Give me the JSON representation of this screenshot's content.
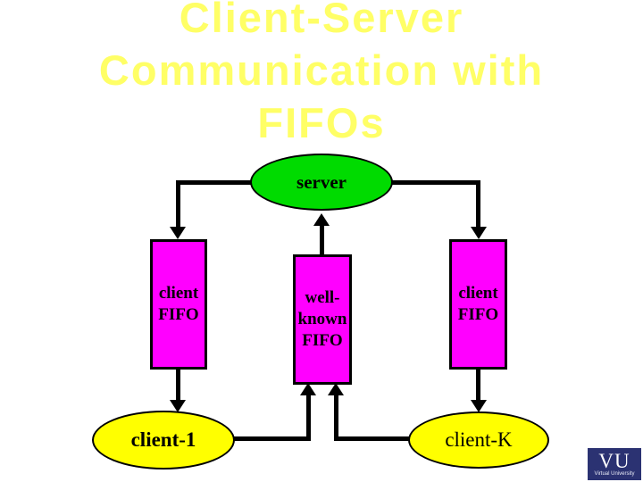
{
  "slide": {
    "title_lines": [
      "Client-Server",
      "Communication with",
      "FIFOs"
    ],
    "title_color": "#FFFF66"
  },
  "diagram": {
    "server": {
      "label": "server",
      "fill": "#00DB00"
    },
    "left_fifo": {
      "label": "client\nFIFO",
      "fill": "#FF00FF"
    },
    "center_fifo": {
      "label": "well-\nknown\nFIFO",
      "fill": "#FF00FF"
    },
    "right_fifo": {
      "label": "client\nFIFO",
      "fill": "#FF00FF"
    },
    "client_left": {
      "label": "client-1",
      "fill": "#FFFF00"
    },
    "client_right": {
      "label": "client-K",
      "fill": "#FFFF00"
    },
    "connector_color": "#000000"
  },
  "logo": {
    "monogram": "VU",
    "caption": "Virtual University",
    "bg": "#2B3272"
  }
}
